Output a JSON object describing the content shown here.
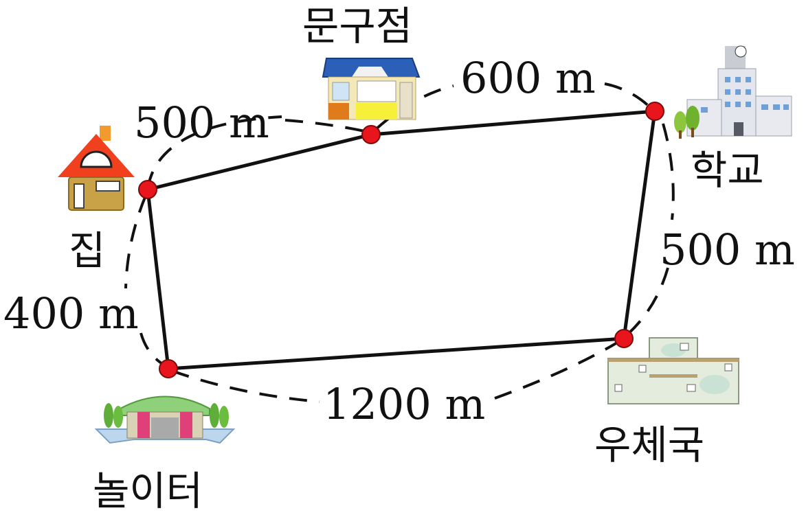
{
  "places": {
    "stationery": "문구점",
    "home": "집",
    "school": "학교",
    "playground": "놀이터",
    "post_office": "우체국"
  },
  "distances": {
    "home_stationery": "500 m",
    "stationery_school": "600 m",
    "school_post": "500 m",
    "home_playground": "400 m",
    "playground_post": "1200 m"
  },
  "icons": {
    "stationery": "stationery-store-icon",
    "home": "house-icon",
    "school": "school-building-icon",
    "playground": "playground-icon",
    "post_office": "post-office-icon"
  },
  "colors": {
    "node": "#e8151c",
    "line": "#111111"
  }
}
